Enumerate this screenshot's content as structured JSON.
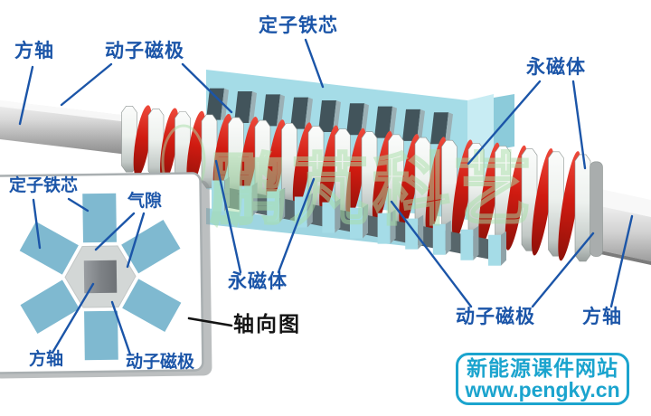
{
  "diagram": {
    "labels": {
      "square_shaft": "方轴",
      "mover_pole": "动子磁极",
      "stator_core": "定子铁芯",
      "permanent_magnet": "永磁体",
      "air_gap": "气隙",
      "axial_view": "轴向图"
    },
    "watermark": "鹏芃科艺",
    "badge": {
      "line1": "新能源课件网站",
      "line2": "www.pengky.cn"
    },
    "structure": {
      "magnet_count": 17,
      "pole_count": 18,
      "slot_count": 9,
      "tooth_count": 11,
      "inset_pole_count": 6
    },
    "colors": {
      "label_blue": "#1B55A8",
      "stator_cyan": "#A5DCE7",
      "magnet_red": "#D01B11",
      "badge_cyan": "#1BA4CE",
      "inset_pole_blue": "#7FB9D0",
      "watermark_green": "#A8DFA8"
    }
  }
}
